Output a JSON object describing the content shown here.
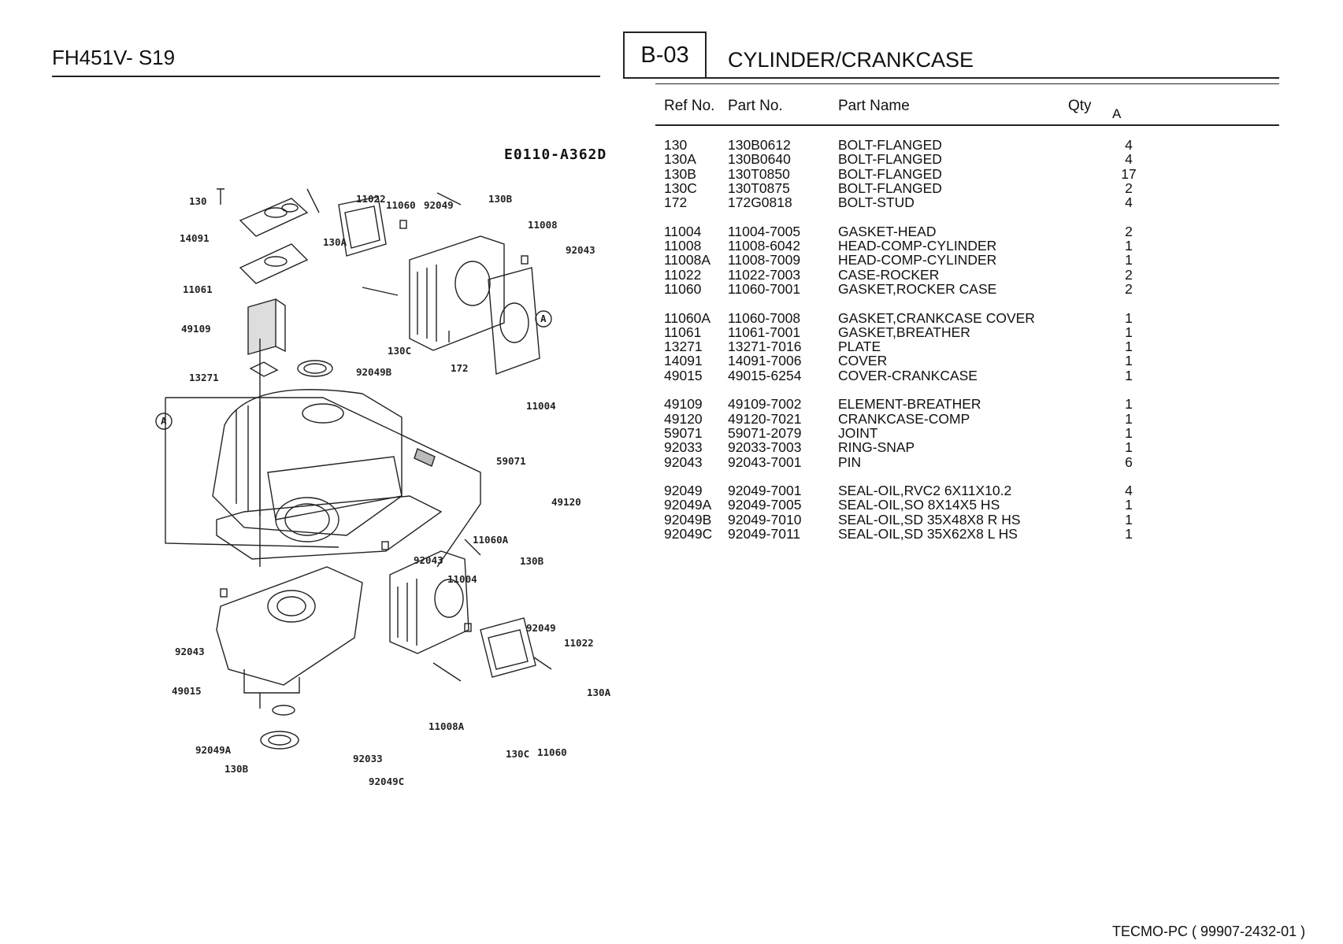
{
  "header": {
    "model": "FH451V- S19",
    "section_code": "B-03",
    "section_title": "CYLINDER/CRANKCASE"
  },
  "columns": {
    "ref": "Ref No.",
    "part": "Part No.",
    "name": "Part Name",
    "qty": "Qty",
    "qty_sub": "A"
  },
  "diagram": {
    "code": "E0110-A362D",
    "labels": [
      "130",
      "14091",
      "11061",
      "49109",
      "13271",
      "130A",
      "11022",
      "11060",
      "92049",
      "130B",
      "11008",
      "92043",
      "130C",
      "92049B",
      "172",
      "11004",
      "59071",
      "49120",
      "11060A",
      "92043",
      "11004",
      "130B",
      "92049",
      "11022",
      "130A",
      "92043",
      "49015",
      "11008A",
      "92049A",
      "130B",
      "92033",
      "92049C",
      "130C",
      "11060"
    ]
  },
  "parts": [
    [
      {
        "ref": "130",
        "part": "130B0612",
        "name": "BOLT-FLANGED",
        "qty": "4"
      },
      {
        "ref": "130A",
        "part": "130B0640",
        "name": "BOLT-FLANGED",
        "qty": "4"
      },
      {
        "ref": "130B",
        "part": "130T0850",
        "name": "BOLT-FLANGED",
        "qty": "17"
      },
      {
        "ref": "130C",
        "part": "130T0875",
        "name": "BOLT-FLANGED",
        "qty": "2"
      },
      {
        "ref": "172",
        "part": "172G0818",
        "name": "BOLT-STUD",
        "qty": "4"
      }
    ],
    [
      {
        "ref": "11004",
        "part": "11004-7005",
        "name": "GASKET-HEAD",
        "qty": "2"
      },
      {
        "ref": "11008",
        "part": "11008-6042",
        "name": "HEAD-COMP-CYLINDER",
        "qty": "1"
      },
      {
        "ref": "11008A",
        "part": "11008-7009",
        "name": "HEAD-COMP-CYLINDER",
        "qty": "1"
      },
      {
        "ref": "11022",
        "part": "11022-7003",
        "name": "CASE-ROCKER",
        "qty": "2"
      },
      {
        "ref": "11060",
        "part": "11060-7001",
        "name": "GASKET,ROCKER CASE",
        "qty": "2"
      }
    ],
    [
      {
        "ref": "11060A",
        "part": "11060-7008",
        "name": "GASKET,CRANKCASE COVER",
        "qty": "1"
      },
      {
        "ref": "11061",
        "part": "11061-7001",
        "name": "GASKET,BREATHER",
        "qty": "1"
      },
      {
        "ref": "13271",
        "part": "13271-7016",
        "name": "PLATE",
        "qty": "1"
      },
      {
        "ref": "14091",
        "part": "14091-7006",
        "name": "COVER",
        "qty": "1"
      },
      {
        "ref": "49015",
        "part": "49015-6254",
        "name": "COVER-CRANKCASE",
        "qty": "1"
      }
    ],
    [
      {
        "ref": "49109",
        "part": "49109-7002",
        "name": "ELEMENT-BREATHER",
        "qty": "1"
      },
      {
        "ref": "49120",
        "part": "49120-7021",
        "name": "CRANKCASE-COMP",
        "qty": "1"
      },
      {
        "ref": "59071",
        "part": "59071-2079",
        "name": "JOINT",
        "qty": "1"
      },
      {
        "ref": "92033",
        "part": "92033-7003",
        "name": "RING-SNAP",
        "qty": "1"
      },
      {
        "ref": "92043",
        "part": "92043-7001",
        "name": "PIN",
        "qty": "6"
      }
    ],
    [
      {
        "ref": "92049",
        "part": "92049-7001",
        "name": "SEAL-OIL,RVC2 6X11X10.2",
        "qty": "4"
      },
      {
        "ref": "92049A",
        "part": "92049-7005",
        "name": "SEAL-OIL,SO 8X14X5 HS",
        "qty": "1"
      },
      {
        "ref": "92049B",
        "part": "92049-7010",
        "name": "SEAL-OIL,SD 35X48X8 R HS",
        "qty": "1"
      },
      {
        "ref": "92049C",
        "part": "92049-7011",
        "name": "SEAL-OIL,SD 35X62X8 L HS",
        "qty": "1"
      }
    ]
  ],
  "footer": "TECMO-PC ( 99907-2432-01 )"
}
